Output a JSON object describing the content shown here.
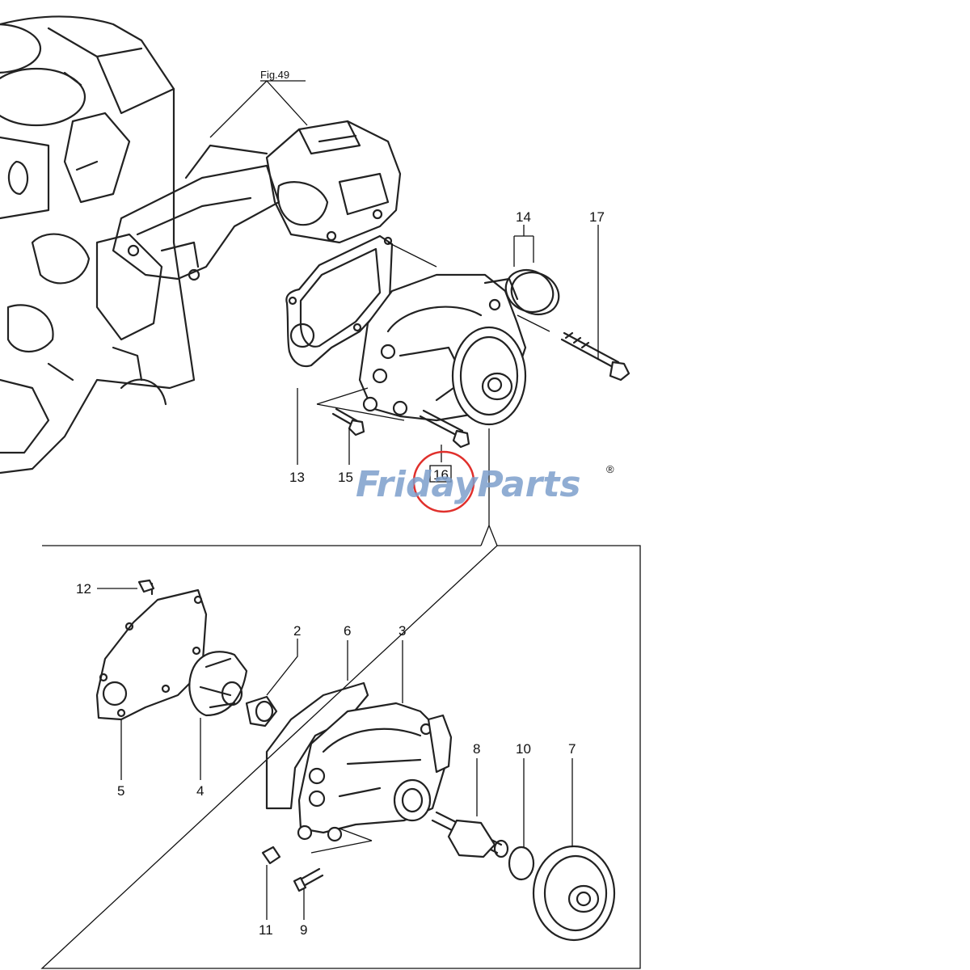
{
  "figure_ref": "Fig.49",
  "watermark": {
    "text": "FridayParts",
    "mark": "®",
    "color": "#7d9fcb"
  },
  "highlight": {
    "label": "16",
    "color": "#e0302c"
  },
  "callouts": {
    "p2": "2",
    "p3": "3",
    "p4": "4",
    "p5": "5",
    "p6": "6",
    "p7": "7",
    "p8": "8",
    "p9": "9",
    "p10": "10",
    "p11": "11",
    "p12": "12",
    "p13": "13",
    "p14": "14",
    "p15": "15",
    "p17": "17"
  },
  "colors": {
    "line": "#111111",
    "background": "#ffffff"
  }
}
